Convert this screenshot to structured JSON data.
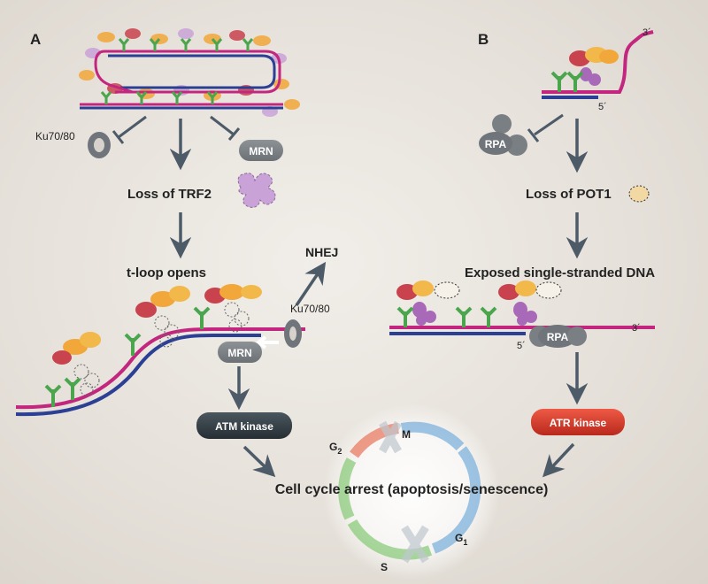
{
  "panels": {
    "a": {
      "label": "A"
    },
    "b": {
      "label": "B"
    }
  },
  "panel_a": {
    "ku_left": "Ku70/80",
    "mrn_top": "MRN",
    "loss_trf2": "Loss of TRF2",
    "tloop_opens": "t-loop opens",
    "nhej": "NHEJ",
    "ku_right": "Ku70/80",
    "mrn_bottom": "MRN",
    "atm_kinase": "ATM kinase"
  },
  "panel_b": {
    "end_3_top": "3´",
    "end_5_top": "5´",
    "rpa_top": "RPA",
    "loss_pot1": "Loss of POT1",
    "exposed_ssdna": "Exposed single-stranded DNA",
    "end_3_mid": "3´",
    "end_5_mid": "5´",
    "rpa_mid": "RPA",
    "atr_kinase": "ATR kinase"
  },
  "outcome": {
    "cell_cycle_arrest": "Cell cycle arrest (apoptosis/senescence)"
  },
  "cycle": {
    "m": "M",
    "g2_letter": "G",
    "g2_sub": "2",
    "g1_letter": "G",
    "g1_sub": "1",
    "s": "S"
  },
  "colors": {
    "dna_magenta": "#c3267e",
    "dna_blue": "#2b3f95",
    "arrow": "#4d5b68",
    "atm_box": "#37424a",
    "atr_box": "#d63a2a",
    "mrn_box": "#7d8287",
    "pot1_fill": "#f2d9a4",
    "trf2_fill": "#c9a3d8",
    "tin2_orange": "#f2a73a",
    "rap1_red": "#c9434f",
    "trf1_green": "#4aa54d"
  }
}
